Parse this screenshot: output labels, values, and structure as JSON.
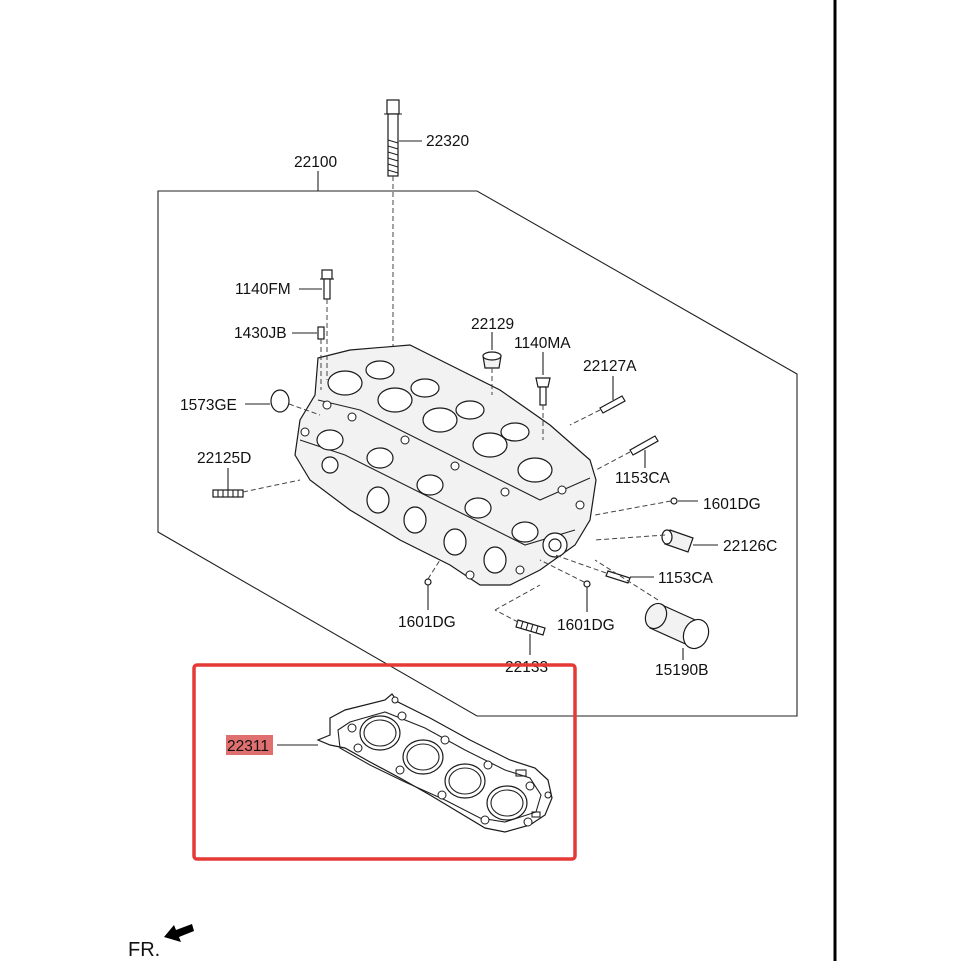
{
  "labels": {
    "head_bolt": "22320",
    "cylinder_head_assy": "22100",
    "bolt_1140fm": "1140FM",
    "pin_1430jb": "1430JB",
    "cap_22129": "22129",
    "bolt_1140ma": "1140MA",
    "stud_22127a": "22127A",
    "plug_1573ge": "1573GE",
    "stud_22125d": "22125D",
    "stud_1153ca_upper": "1153CA",
    "pin_1601dg_right": "1601DG",
    "guide_22126c": "22126C",
    "stud_1153ca_lower": "1153CA",
    "pin_1601dg_left": "1601DG",
    "pin_1601dg_mid": "1601DG",
    "stud_22133": "22133",
    "tappet_15190b": "15190B",
    "gasket_22311": "22311",
    "front_marker": "FR."
  },
  "highlight": {
    "part": "22311",
    "color": "#e53935",
    "label_color": "#e07070"
  }
}
